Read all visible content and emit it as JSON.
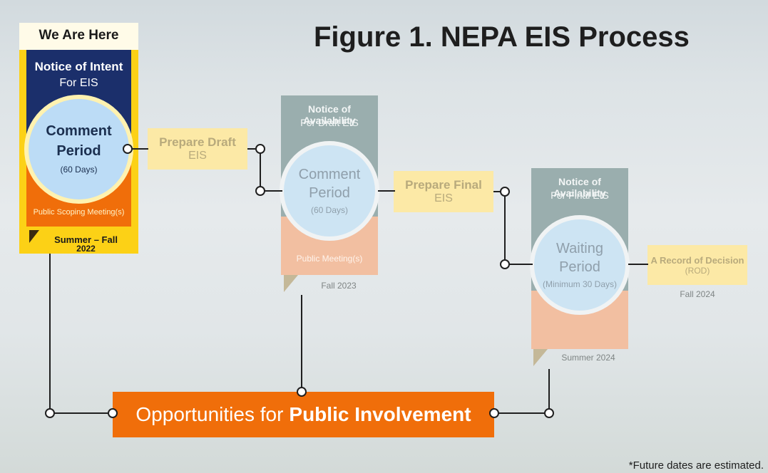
{
  "title": {
    "prefix": "Figure 1.",
    "main": "NEPA EIS Process"
  },
  "stage1": {
    "header": "We Are Here",
    "notice_title": "Notice of Intent",
    "notice_subtitle": "For EIS",
    "circle_line1": "Comment",
    "circle_line2": "Period",
    "circle_days": "(60 Days)",
    "meeting": "Public Scoping Meeting(s)",
    "date_line1": "Summer – Fall",
    "date_line2": "2022"
  },
  "prepare_draft": {
    "line1": "Prepare Draft",
    "line2": "EIS"
  },
  "stage2": {
    "notice_title": "Notice of Availability",
    "notice_subtitle": "For Draft EIS",
    "circle_line1": "Comment",
    "circle_line2": "Period",
    "circle_days": "(60 Days)",
    "meeting": "Public Meeting(s)",
    "date": "Fall 2023"
  },
  "prepare_final": {
    "line1": "Prepare Final",
    "line2": "EIS"
  },
  "stage3": {
    "notice_title": "Notice of Availability",
    "notice_subtitle": "For Final EIS",
    "circle_line1": "Waiting",
    "circle_line2": "Period",
    "circle_days": "(Minimum 30 Days)",
    "date": "Summer 2024"
  },
  "record_of_decision": {
    "line1": "A Record of Decision",
    "line2": "(ROD)",
    "date": "Fall 2024"
  },
  "opportunities": {
    "prefix": "Opportunities for",
    "main": "Public Involvement"
  },
  "footnote": "*Future dates are estimated.",
  "colors": {
    "navy": "#1b2f6b",
    "orange": "#f06e0a",
    "yellow": "#fcd116",
    "circle_blue": "#bcdcf6",
    "pale_yellow": "#fce9a6",
    "teal_faded": "#9aaeae",
    "peach_faded": "#f2bfa1"
  }
}
